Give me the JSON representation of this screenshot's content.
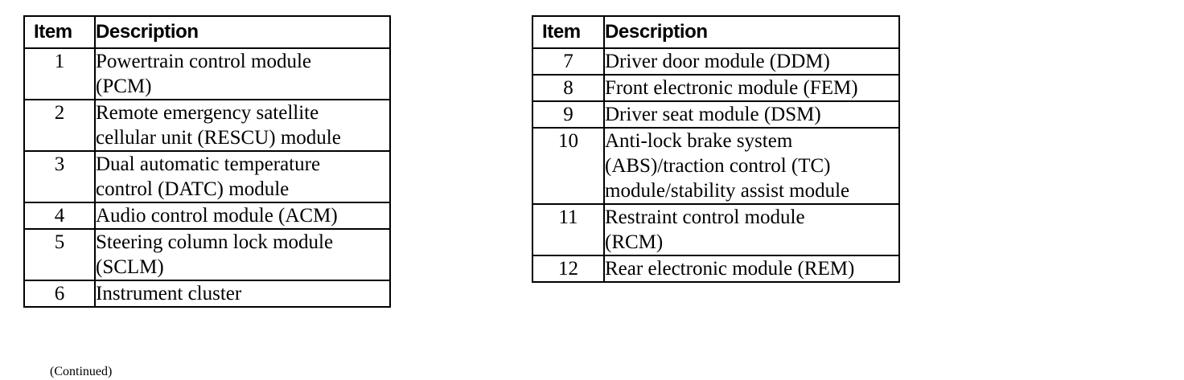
{
  "document": {
    "footnote": "(Continued)"
  },
  "tables": [
    {
      "id": "left",
      "columns": {
        "item": "Item",
        "description": "Description"
      },
      "rows": [
        {
          "item": "1",
          "lines": [
            "Powertrain control module",
            "(PCM)"
          ]
        },
        {
          "item": "2",
          "lines": [
            "Remote emergency satellite",
            "cellular unit (RESCU) module"
          ]
        },
        {
          "item": "3",
          "lines": [
            "Dual automatic temperature",
            "control (DATC) module"
          ]
        },
        {
          "item": "4",
          "lines": [
            "Audio control module (ACM)"
          ]
        },
        {
          "item": "5",
          "lines": [
            "Steering column lock module",
            "(SCLM)"
          ]
        },
        {
          "item": "6",
          "lines": [
            "Instrument cluster"
          ]
        }
      ]
    },
    {
      "id": "right",
      "columns": {
        "item": "Item",
        "description": "Description"
      },
      "rows": [
        {
          "item": "7",
          "lines": [
            "Driver door module (DDM)"
          ]
        },
        {
          "item": "8",
          "lines": [
            "Front electronic module (FEM)"
          ]
        },
        {
          "item": "9",
          "lines": [
            "Driver seat module (DSM)"
          ]
        },
        {
          "item": "10",
          "lines": [
            "Anti-lock brake system",
            "(ABS)/traction control (TC)",
            "module/stability assist module"
          ]
        },
        {
          "item": "11",
          "lines": [
            "Restraint control module",
            "(RCM)"
          ]
        },
        {
          "item": "12",
          "lines": [
            "Rear electronic module (REM)"
          ]
        }
      ]
    }
  ]
}
